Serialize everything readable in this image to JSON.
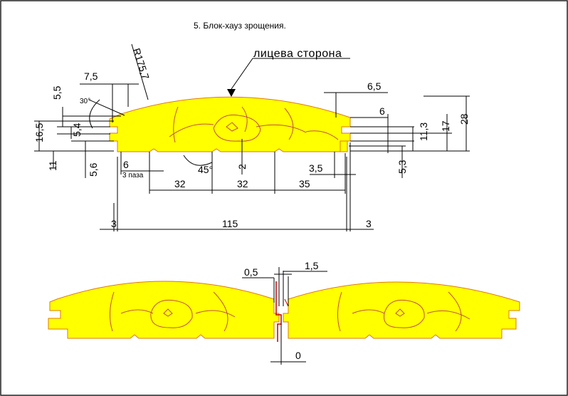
{
  "title": "5. Блок-хауз зрощения.",
  "face_label": "лицева сторона",
  "radius_label": "R175,7",
  "angles": {
    "top": "30°",
    "bottom": "45°"
  },
  "notes": {
    "slots": "3 паза"
  },
  "colors": {
    "board": "#ffff00",
    "board_edge": "#e07800",
    "grain": "#c0503c",
    "frame": "#202020"
  },
  "dims": {
    "d7_5": "7,5",
    "d5_5": "5,5",
    "d16_5": "16,5",
    "d5_4": "5,4",
    "d11": "11",
    "d5_6": "5,6",
    "d6_left": "6",
    "d2": "2",
    "d32a": "32",
    "d32b": "32",
    "d35": "35",
    "d3_5": "3,5",
    "d6_5": "6,5",
    "d6_right": "6",
    "d11_3": "11,3",
    "d17": "17",
    "d28": "28",
    "d5_3": "5,3",
    "d3_left": "3",
    "d115": "115",
    "d3_right": "3",
    "d0_5": "0,5",
    "d1_5": "1,5",
    "d0": "0"
  }
}
